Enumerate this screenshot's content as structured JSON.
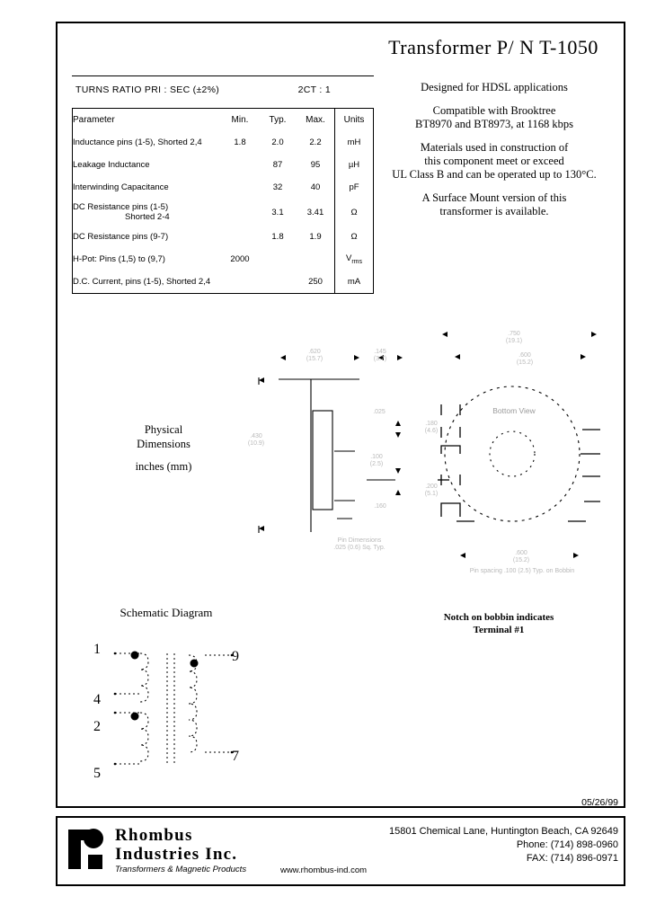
{
  "header": {
    "title": "Transformer  P/ N T-1050"
  },
  "description": {
    "line1": "Designed for HDSL applications",
    "line2a": "Compatible with Brooktree",
    "line2b": "BT8970 and BT8973, at 1168 kbps",
    "line3a": "Materials used in construction of",
    "line3b": "this component meet or exceed",
    "line3c": "UL Class B and can be operated up to 130°C.",
    "line4a": "A Surface Mount version of this",
    "line4b": "transformer is available."
  },
  "turns_ratio": {
    "label": "TURNS RATIO PRI  :   SEC (±2%)",
    "value": "2CT  :  1"
  },
  "spec_table": {
    "columns": [
      "Parameter",
      "Min.",
      "Typ.",
      "Max.",
      "Units"
    ],
    "rows": [
      {
        "parameter": "Inductance pins (1-5), Shorted 2,4",
        "sub": "",
        "min": "1.8",
        "typ": "2.0",
        "max": "2.2",
        "units": "mH"
      },
      {
        "parameter": "Leakage Inductance",
        "sub": "",
        "min": "",
        "typ": "87",
        "max": "95",
        "units": "µH"
      },
      {
        "parameter": "Interwinding Capacitance",
        "sub": "",
        "min": "",
        "typ": "32",
        "max": "40",
        "units": "pF"
      },
      {
        "parameter": "DC Resistance pins (1-5)",
        "sub": "Shorted 2-4",
        "min": "",
        "typ": "3.1",
        "max": "3.41",
        "units": "Ω"
      },
      {
        "parameter": "DC Resistance pins (9-7)",
        "sub": "",
        "min": "",
        "typ": "1.8",
        "max": "1.9",
        "units": "Ω"
      },
      {
        "parameter": "H-Pot:            Pins (1,5) to (9,7)",
        "sub": "",
        "min": "2000",
        "typ": "",
        "max": "",
        "units": "V",
        "units_sub": "rms"
      },
      {
        "parameter": "D.C. Current, pins (1-5), Shorted 2,4",
        "sub": "",
        "min": "",
        "typ": "",
        "max": "250",
        "units": "mA"
      }
    ]
  },
  "physical": {
    "title_line1": "Physical",
    "title_line2": "Dimensions",
    "units": "inches (mm)",
    "bottom_view_label": "Bottom View",
    "notch_note_line1": "Notch on bobbin indicates",
    "notch_note_line2": "Terminal #1"
  },
  "schematic": {
    "title": "Schematic Diagram",
    "pins_left": [
      "1",
      "4",
      "2",
      "5"
    ],
    "pins_right": [
      "9",
      "7"
    ]
  },
  "footer": {
    "date": "05/26/99",
    "company_line1": "Rhombus",
    "company_line2": "Industries Inc.",
    "tagline": "Transformers & Magnetic Products",
    "website": "www.rhombus-ind.com",
    "address": "15801 Chemical Lane, Huntington Beach, CA 92649",
    "phone": "Phone:  (714) 898-0960",
    "fax": "FAX:  (714) 896-0971"
  }
}
